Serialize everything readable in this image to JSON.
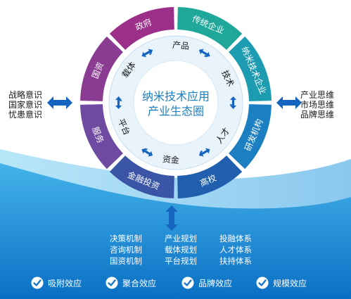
{
  "center": {
    "line1": "纳米技术应用",
    "line2": "产业生态圈"
  },
  "outer_ring": [
    {
      "label": "政府",
      "color": "#9b2f8a"
    },
    {
      "label": "传统企业",
      "color": "#1fa89a"
    },
    {
      "label": "纳米技术企业",
      "color": "#1c9bb1"
    },
    {
      "label": "研发机构",
      "color": "#1b7fc2"
    },
    {
      "label": "高校",
      "color": "#1f5fad"
    },
    {
      "label": "金融投资",
      "color": "#3a54a6"
    },
    {
      "label": "服务",
      "color": "#6e4aa0"
    },
    {
      "label": "国资",
      "color": "#8a3c93"
    }
  ],
  "inner_ring": [
    "产品",
    "技术",
    "人才",
    "资金",
    "平台",
    "载体"
  ],
  "left_side": [
    "战略意识",
    "国家意识",
    "忧患意识"
  ],
  "right_side": [
    "产业思维",
    "市场思维",
    "品牌思维"
  ],
  "bottom_grid": [
    [
      "决策机制",
      "产业规划",
      "投融体系"
    ],
    [
      "咨询机制",
      "载体规划",
      "人才体系"
    ],
    [
      "国资机制",
      "平台规划",
      "扶持体系"
    ]
  ],
  "effects": [
    "吸附效应",
    "聚合效应",
    "品牌效应",
    "规模效应"
  ],
  "colors": {
    "arrow": "#1565c0",
    "wave": "#0a7fd0",
    "wave_light": "#5cc0ee",
    "inner_ring": "#e8f3fb",
    "center_fill": "#ffffff",
    "center_text": "#1a7fc0"
  }
}
